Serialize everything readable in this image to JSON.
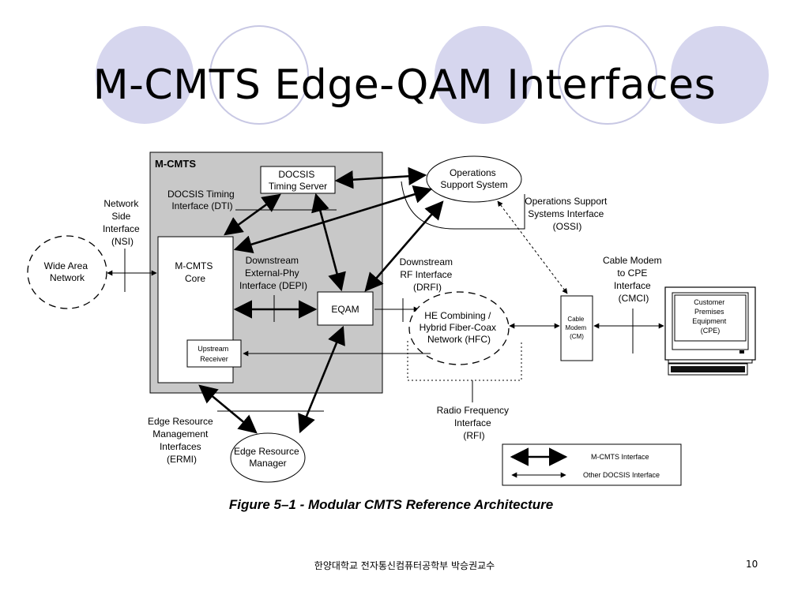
{
  "slide": {
    "title": "M-CMTS Edge-QAM Interfaces",
    "footer": "한양대학교 전자통신컴퓨터공학부 박승권교수",
    "page_number": "10"
  },
  "colors": {
    "circle_fill": "#d6d6ee",
    "circle_stroke": "#c8c8e4",
    "mcmts_box_fill": "#c8c8c8"
  },
  "diagram": {
    "mcmts_label": "M-CMTS",
    "timing_server": [
      "DOCSIS",
      "Timing Server"
    ],
    "dti_label": [
      "DOCSIS Timing",
      "Interface (DTI)"
    ],
    "nsi_label": [
      "Network",
      "Side",
      "Interface",
      "(NSI)"
    ],
    "wan": [
      "Wide Area",
      "Network"
    ],
    "core": [
      "M-CMTS",
      "Core"
    ],
    "upstream_receiver": [
      "Upstream",
      "Receiver"
    ],
    "depi_label": [
      "Downstream",
      "External-Phy",
      "Interface (DEPI)"
    ],
    "eqam": "EQAM",
    "drfi_label": [
      "Downstream",
      "RF Interface",
      "(DRFI)"
    ],
    "hfc": [
      "HE Combining /",
      "Hybrid Fiber-Coax",
      "Network (HFC)"
    ],
    "oss": [
      "Operations",
      "Support System"
    ],
    "ossi_label": [
      "Operations Support",
      "Systems Interface",
      "(OSSI)"
    ],
    "cmci_label": [
      "Cable Modem",
      "to CPE",
      "Interface",
      "(CMCI)"
    ],
    "cable_modem": [
      "Cable",
      "Modem",
      "(CM)"
    ],
    "cpe": [
      "Customer",
      "Premises",
      "Equipment",
      "(CPE)"
    ],
    "ermi_label": [
      "Edge Resource",
      "Management",
      "Interfaces",
      "(ERMI)"
    ],
    "erm": [
      "Edge Resource",
      "Manager"
    ],
    "rfi_label": [
      "Radio Frequency",
      "Interface",
      "(RFI)"
    ],
    "legend": {
      "mcmts_interface": "M-CMTS Interface",
      "other_docsis_interface": "Other DOCSIS Interface"
    },
    "caption": "Figure 5–1 - Modular CMTS Reference Architecture"
  }
}
